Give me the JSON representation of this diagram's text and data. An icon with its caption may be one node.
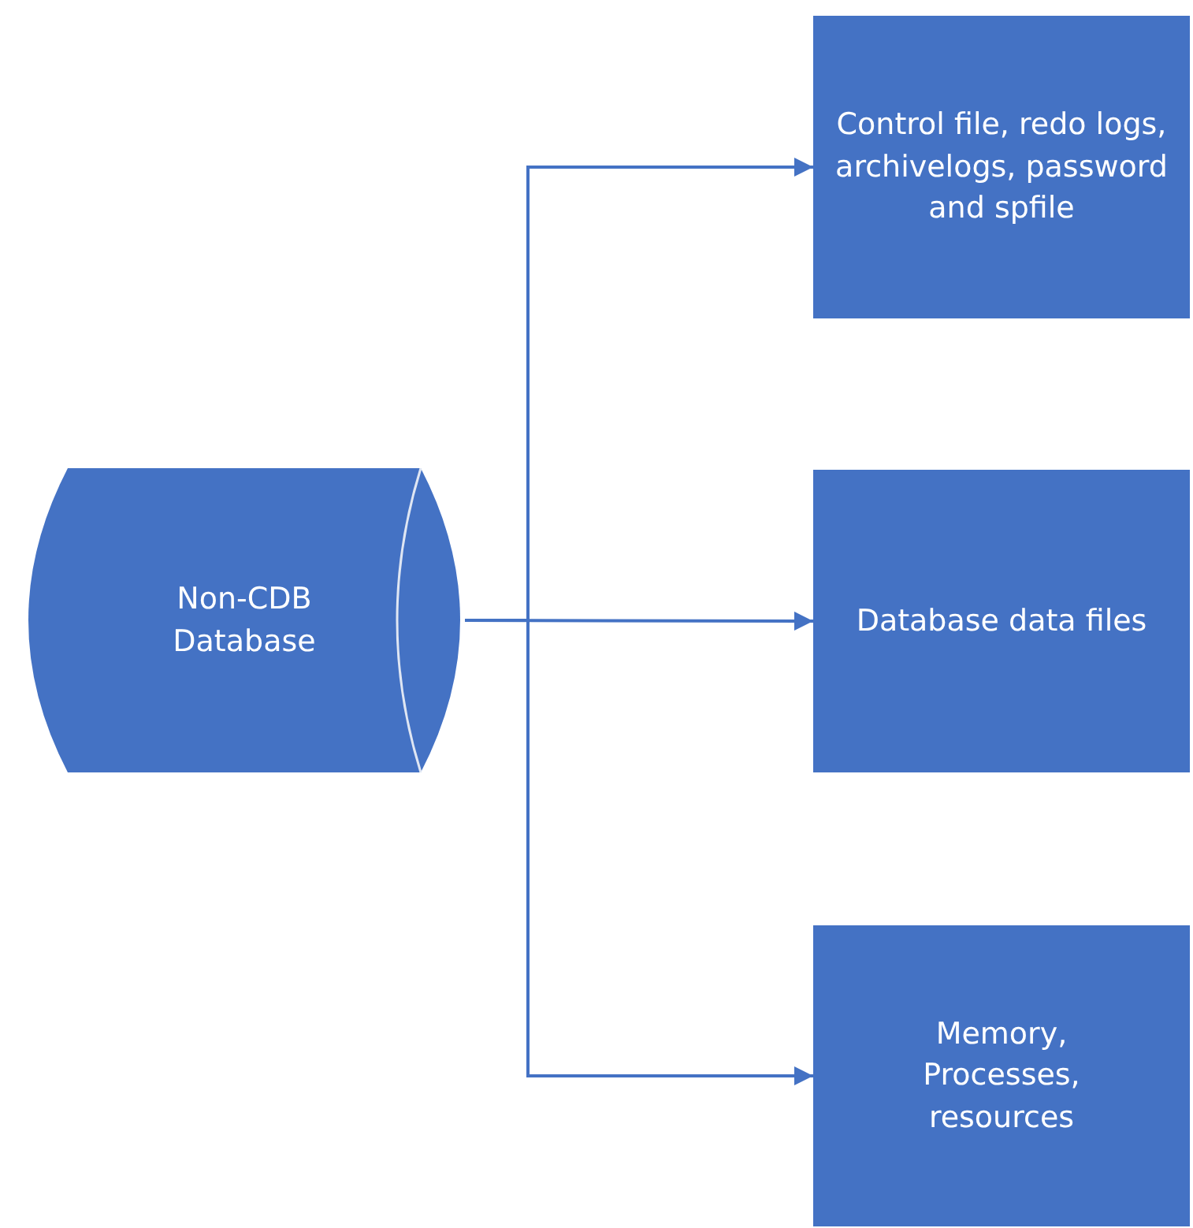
{
  "diagram": {
    "nodes": [
      {
        "text": [
          "Non-CDB Database"
        ]
      },
      {
        "text": [
          "Control file, redo logs, archivelogs, password and spfile"
        ]
      },
      {
        "text": [
          "Database data files"
        ]
      },
      {
        "text": [
          "Memory, Processes, resources"
        ]
      }
    ],
    "edges": [
      {
        "from": 0,
        "to": 1,
        "arrow": "to"
      },
      {
        "from": 0,
        "to": 2,
        "arrow": "to"
      },
      {
        "from": 0,
        "to": 3,
        "arrow": "to"
      }
    ]
  }
}
